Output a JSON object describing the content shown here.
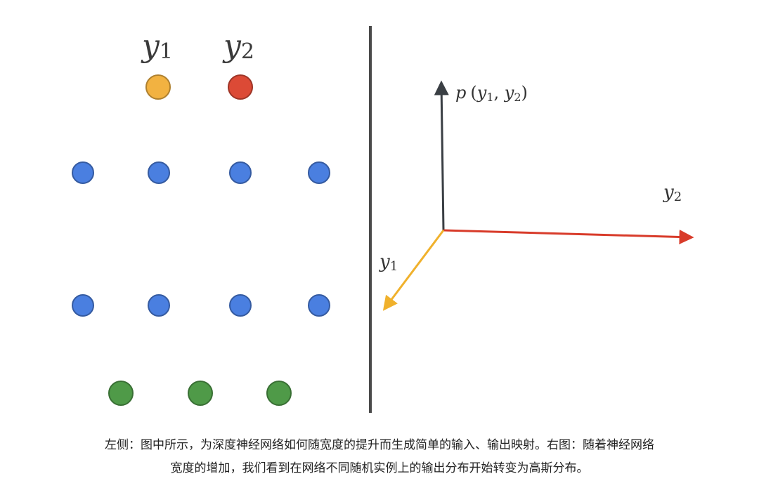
{
  "network": {
    "output_labels": [
      {
        "name": "y",
        "sub": "1"
      },
      {
        "name": "y",
        "sub": "2"
      }
    ],
    "layers": [
      {
        "role": "output",
        "nodes": [
          {
            "color": "#f2b241"
          },
          {
            "color": "#dc4a36"
          }
        ]
      },
      {
        "role": "hidden",
        "nodes": [
          {
            "color": "#4a7fe0"
          },
          {
            "color": "#4a7fe0"
          },
          {
            "color": "#4a7fe0"
          },
          {
            "color": "#4a7fe0"
          }
        ]
      },
      {
        "role": "hidden",
        "nodes": [
          {
            "color": "#4a7fe0"
          },
          {
            "color": "#4a7fe0"
          },
          {
            "color": "#4a7fe0"
          },
          {
            "color": "#4a7fe0"
          }
        ]
      },
      {
        "role": "input",
        "nodes": [
          {
            "color": "#4f9a48"
          },
          {
            "color": "#4f9a48"
          },
          {
            "color": "#4f9a48"
          }
        ]
      }
    ]
  },
  "axes": {
    "vertical": {
      "label_fn": "p",
      "label_args": [
        "y",
        "1",
        "y",
        "2"
      ],
      "color": "#3a3f44"
    },
    "horizontal": {
      "label": "y",
      "sub": "2",
      "color": "#d83b2a"
    },
    "diagonal": {
      "label": "y",
      "sub": "1",
      "color": "#f0b12c"
    }
  },
  "divider_color": "#4a4a4a",
  "caption": {
    "line1": "左侧：图中所示，为深度神经网络如何随宽度的提升而生成简单的输入、输出映射。右图：随着神经网络",
    "line2": "宽度的增加，我们看到在网络不同随机实例上的输出分布开始转变为高斯分布。"
  }
}
